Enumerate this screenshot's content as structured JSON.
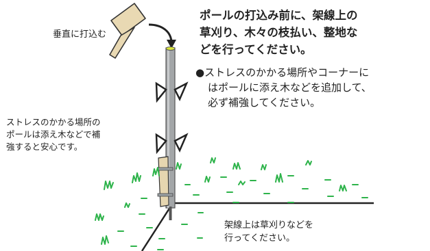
{
  "hammer_label": "垂直に打込む",
  "main_note": {
    "line1": "ポールの打込み前に、架線上の",
    "line2": "草刈り、木々の枝払い、整地な",
    "line3": "どを行ってください。"
  },
  "bullet_note": {
    "line1": "●ストレスのかかる場所やコーナーに",
    "line2": "はポールに添え木などを追加して、",
    "line3": "必ず補強してください。"
  },
  "side_note": {
    "line1": "ストレスのかかる場所の",
    "line2": "ポールは添え木などで補",
    "line3": "強すると安心です。"
  },
  "ground_note": {
    "line1": "架線上は草刈りなどを",
    "line2": "行ってください。"
  },
  "colors": {
    "grass": "#2db34a",
    "pole": "#a3a6a8",
    "pole_top": "#d8e43a",
    "hammer": "#e9d9b3",
    "splint": "#e6d6b0"
  }
}
